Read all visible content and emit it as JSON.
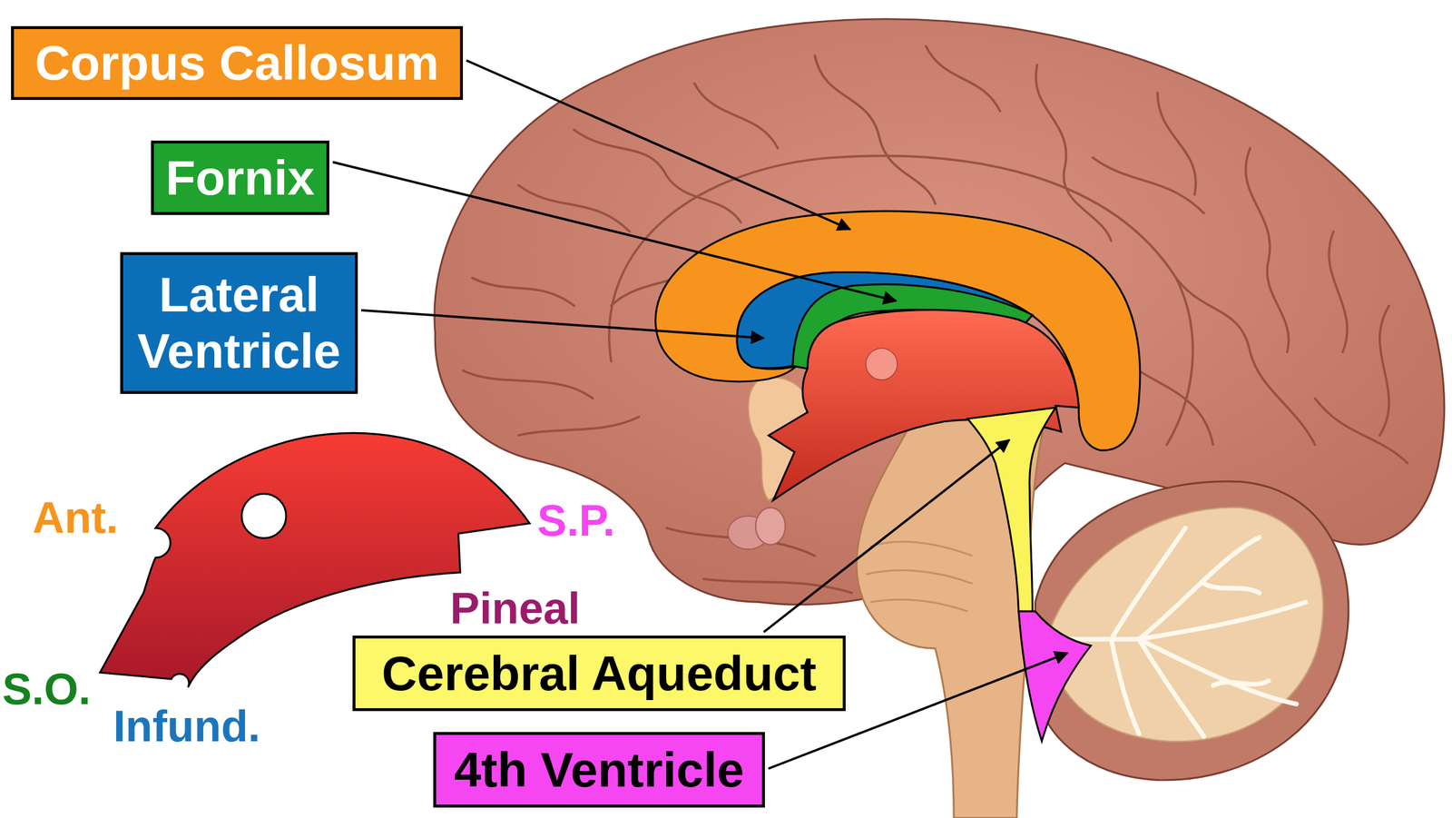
{
  "diagram": {
    "nodes": [
      {
        "text": [
          "Corpus Callosum"
        ]
      },
      {
        "text": [
          "Fornix"
        ]
      },
      {
        "text": [
          "Lateral Ventricle"
        ]
      },
      {
        "text": [
          "Cerebral Aqueduct"
        ]
      },
      {
        "text": [
          "4th Ventricle"
        ]
      }
    ],
    "labels": [
      "Ant.",
      "S.P.",
      "Pineal",
      "S.O.",
      "Infund."
    ]
  }
}
